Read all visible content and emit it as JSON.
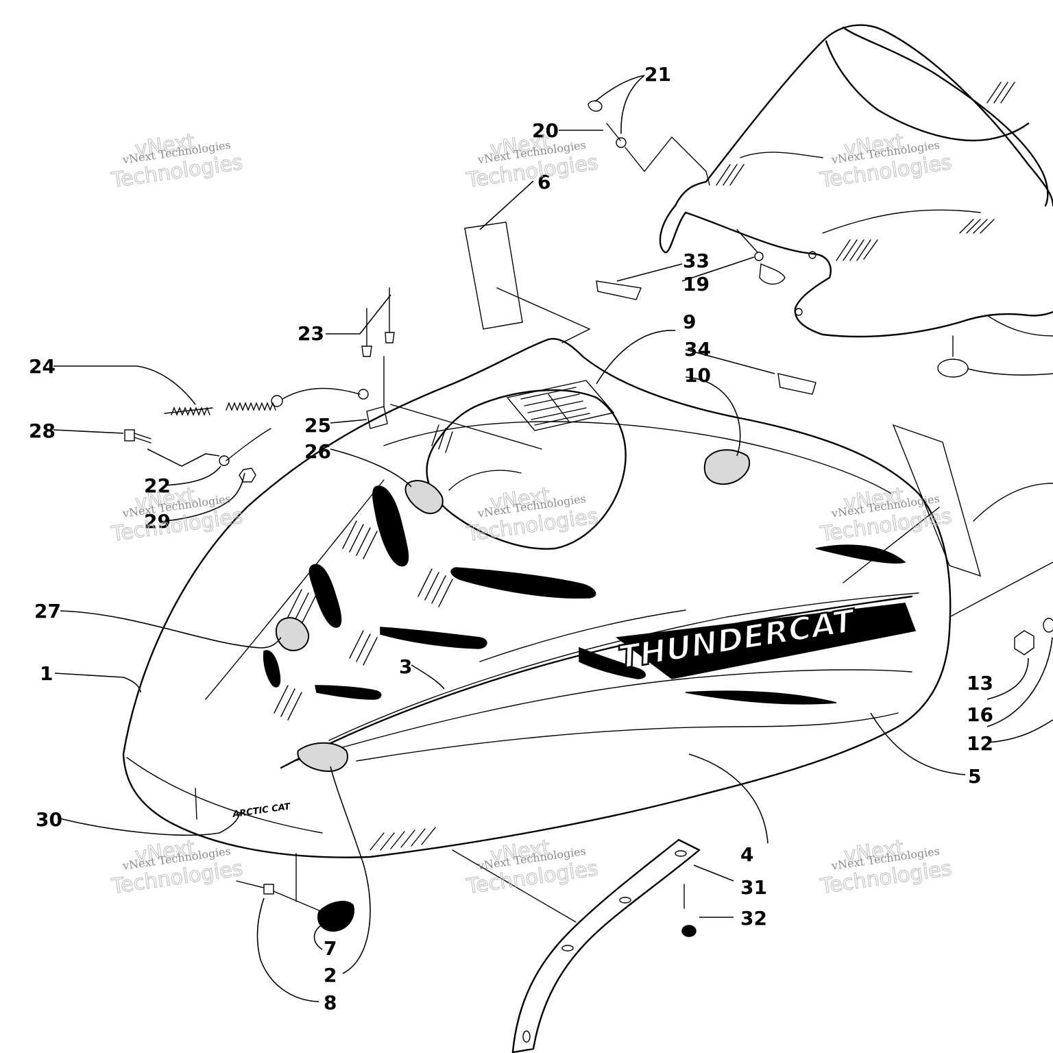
{
  "part_labels": [
    {
      "id": "1",
      "text": "1"
    },
    {
      "id": "2",
      "text": "2"
    },
    {
      "id": "3",
      "text": "3"
    },
    {
      "id": "4",
      "text": "4"
    },
    {
      "id": "5",
      "text": "5"
    },
    {
      "id": "6",
      "text": "6"
    },
    {
      "id": "7",
      "text": "7"
    },
    {
      "id": "8",
      "text": "8"
    },
    {
      "id": "9",
      "text": "9"
    },
    {
      "id": "10",
      "text": "10"
    },
    {
      "id": "12",
      "text": "12"
    },
    {
      "id": "13",
      "text": "13"
    },
    {
      "id": "16",
      "text": "16"
    },
    {
      "id": "19",
      "text": "19"
    },
    {
      "id": "20",
      "text": "20"
    },
    {
      "id": "21",
      "text": "21"
    },
    {
      "id": "22",
      "text": "22"
    },
    {
      "id": "23",
      "text": "23"
    },
    {
      "id": "24",
      "text": "24"
    },
    {
      "id": "25",
      "text": "25"
    },
    {
      "id": "26",
      "text": "26"
    },
    {
      "id": "27",
      "text": "27"
    },
    {
      "id": "28",
      "text": "28"
    },
    {
      "id": "29",
      "text": "29"
    },
    {
      "id": "30",
      "text": "30"
    },
    {
      "id": "31",
      "text": "31"
    },
    {
      "id": "32",
      "text": "32"
    },
    {
      "id": "33",
      "text": "33"
    },
    {
      "id": "34",
      "text": "34"
    }
  ],
  "watermark": {
    "line_small": "vNext Technologies",
    "line_top": "vNext",
    "line_bottom": "Technologies"
  },
  "hood_decals": {
    "brand": "ARCTIC CAT",
    "model": "THUNDERCAT"
  }
}
